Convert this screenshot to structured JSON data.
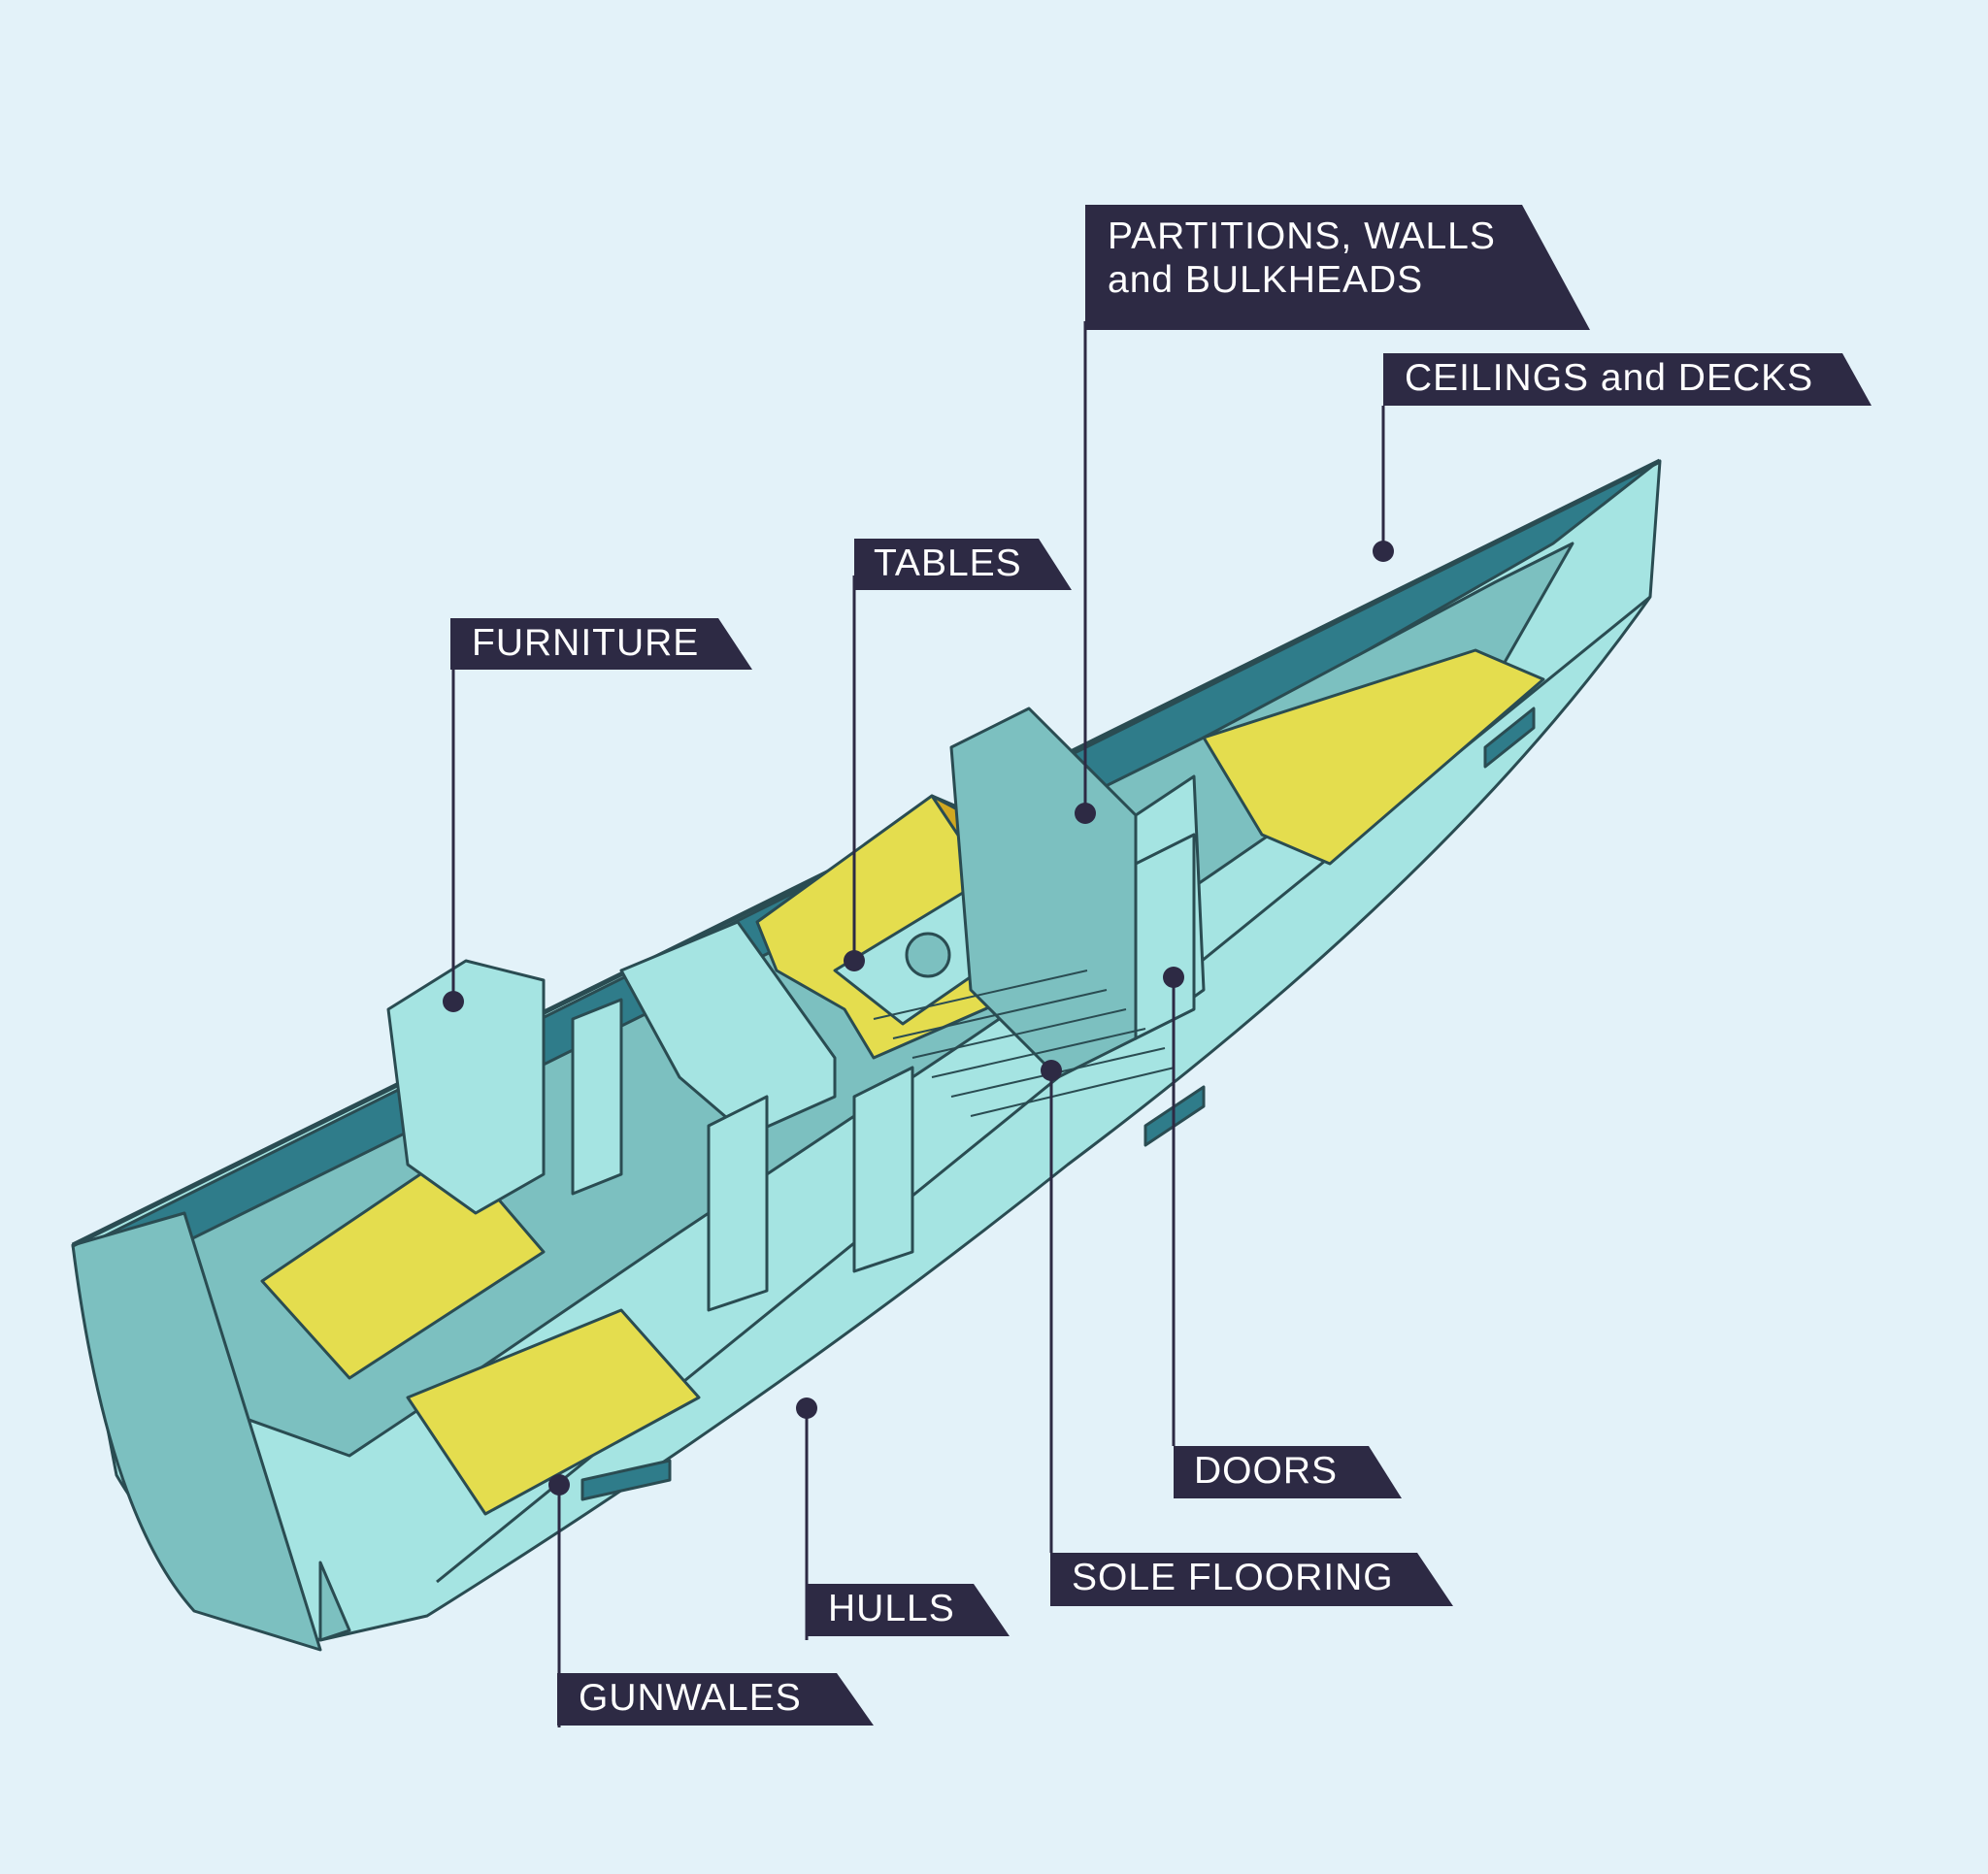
{
  "colors": {
    "background": "#e3f2f9",
    "label_bg": "#2d2a44",
    "label_text": "#ffffff",
    "hull_light": "#a5e4e2",
    "hull_mid": "#7cc0c0",
    "hull_dark": "#2f7c8a",
    "cushion": "#e4dd4e",
    "cushion_dark": "#d0a821",
    "outline": "#2a4c52"
  },
  "labels": {
    "partitions_line1": "PARTITIONS, WALLS",
    "partitions_line2": "and BULKHEADS",
    "ceilings": "CEILINGS and DECKS",
    "tables": "TABLES",
    "furniture": "FURNITURE",
    "doors": "DOORS",
    "sole_flooring": "SOLE FLOORING",
    "hulls": "HULLS",
    "gunwales": "GUNWALES"
  }
}
